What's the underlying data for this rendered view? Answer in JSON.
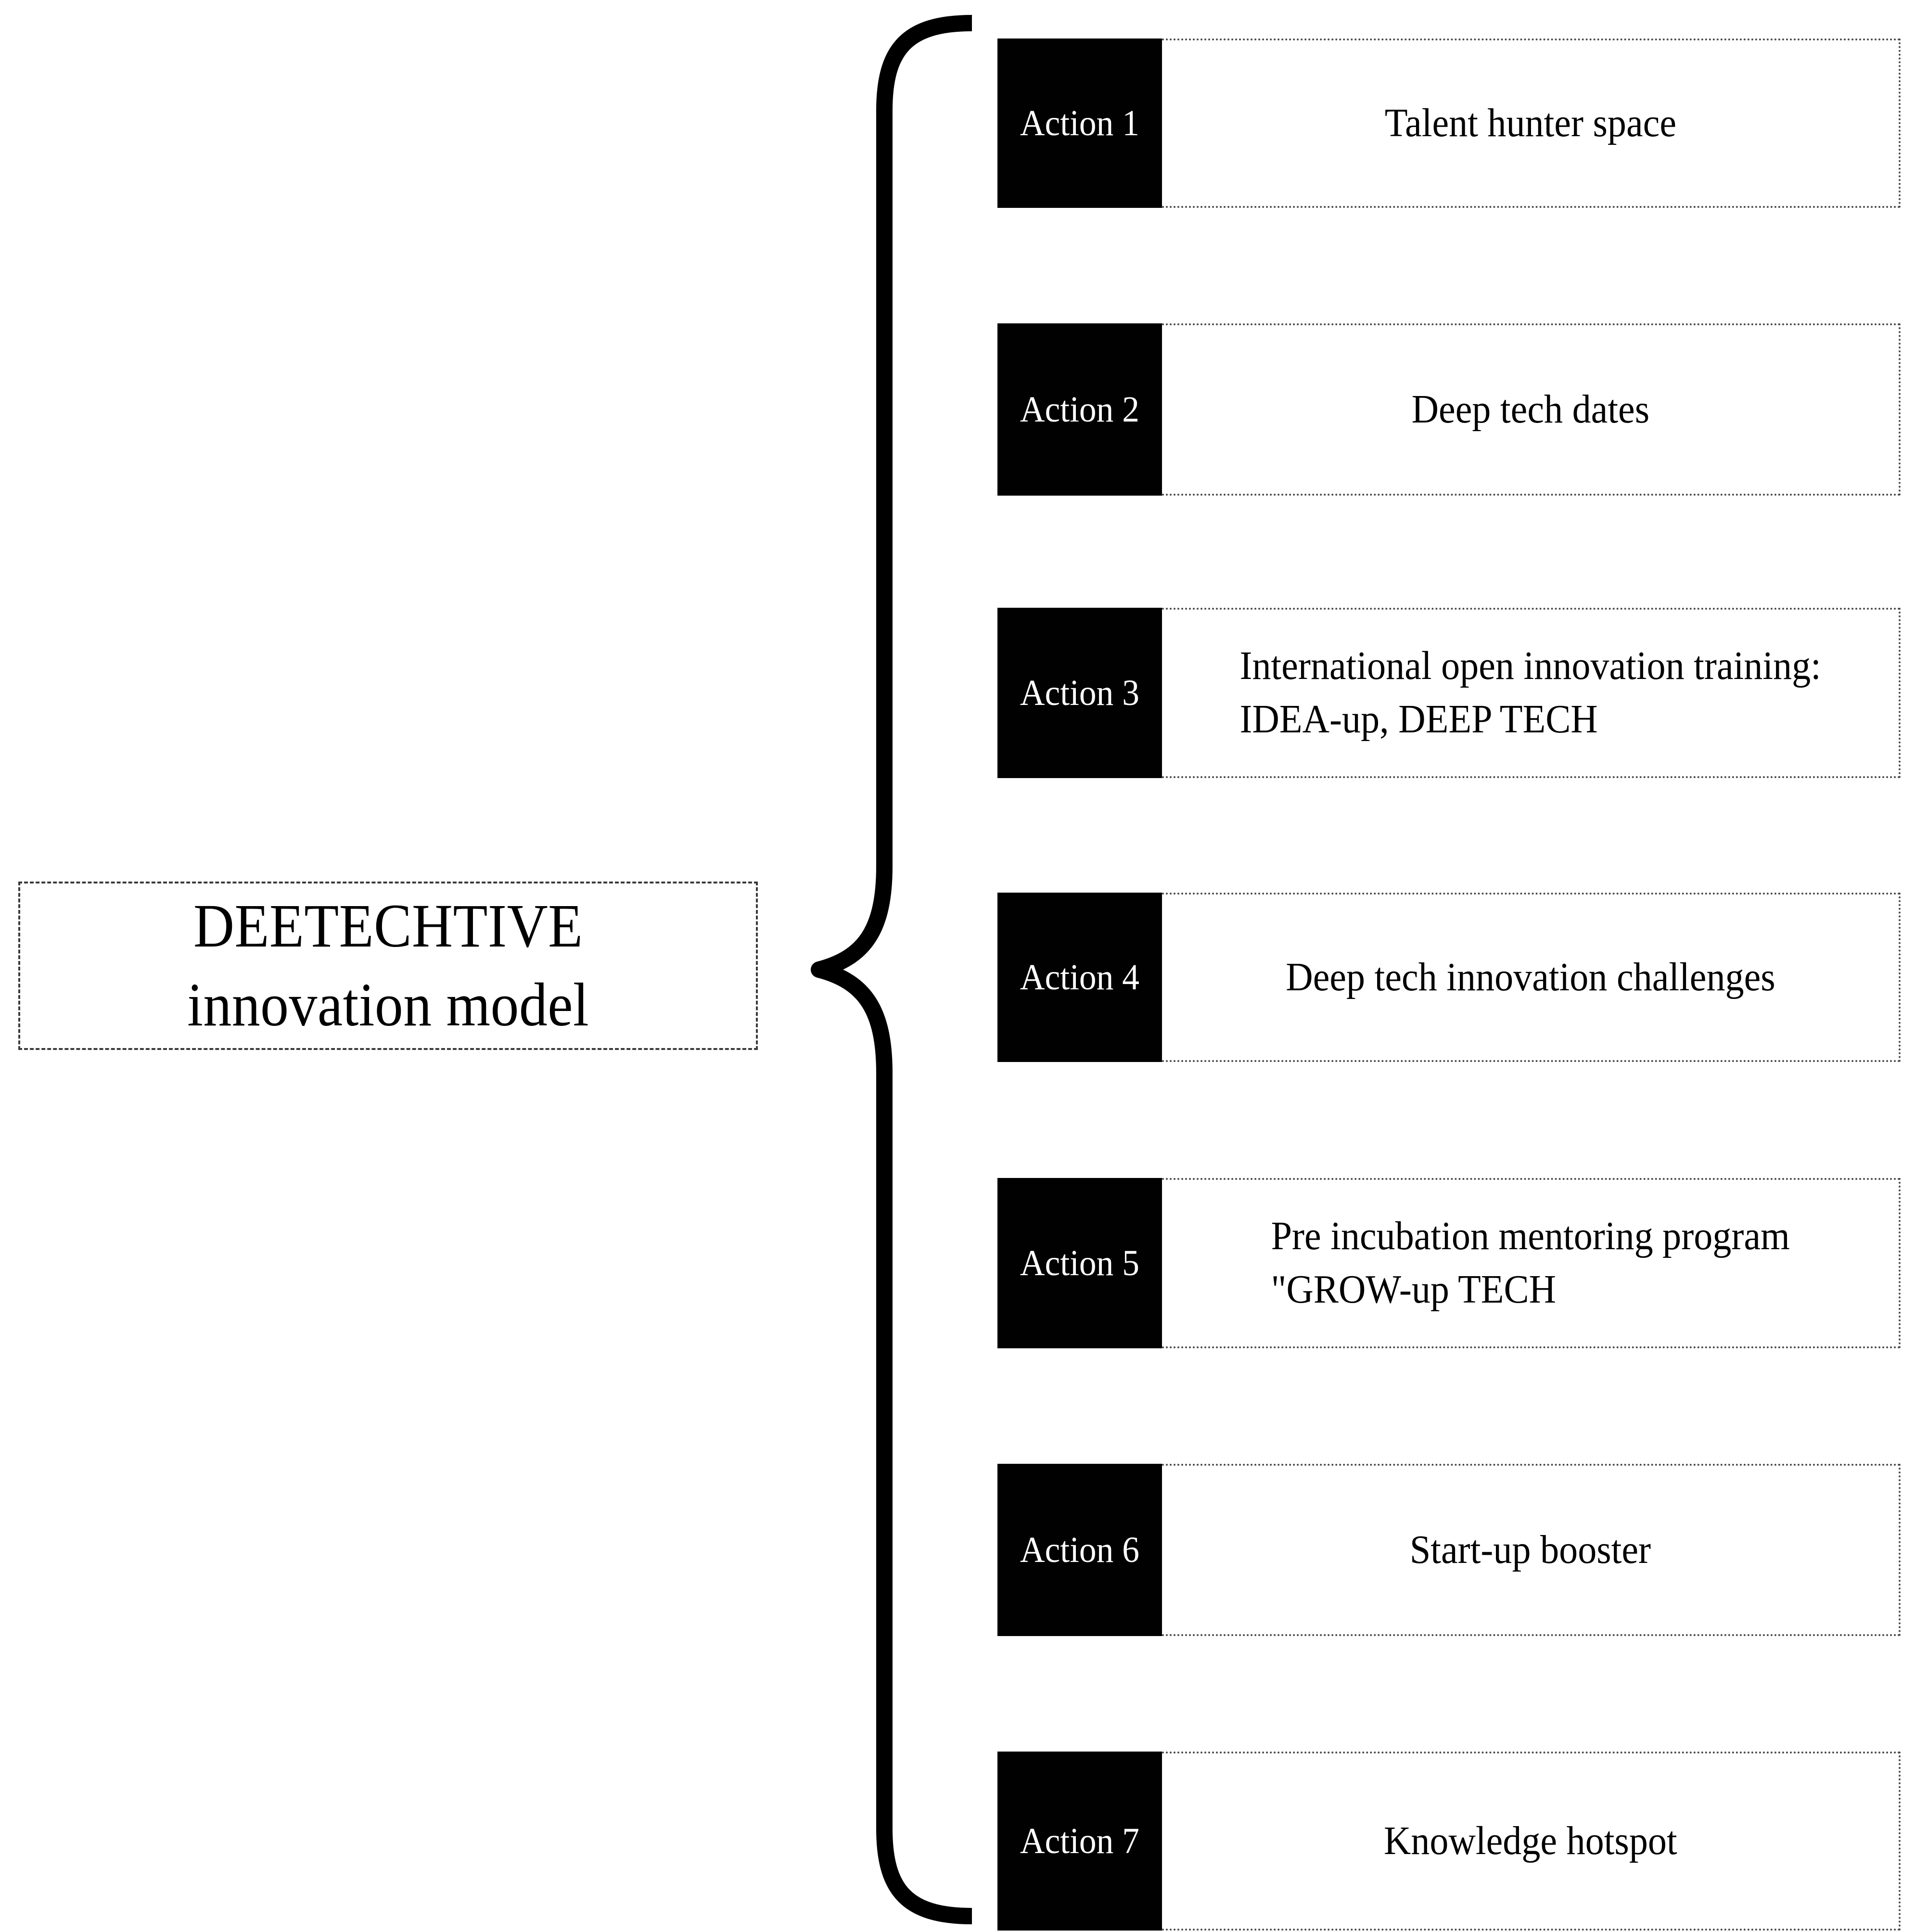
{
  "diagram": {
    "root": {
      "label": "DEETECHTIVE\ninnovation model"
    },
    "connector": {
      "icon_name": "left-curly-brace"
    },
    "actions": [
      {
        "badge": "Action 1",
        "text": "Talent hunter space",
        "multiline": false
      },
      {
        "badge": "Action 2",
        "text": "Deep tech dates",
        "multiline": false
      },
      {
        "badge": "Action 3",
        "text": "International open innovation training:\nIDEA-up, DEEP TECH",
        "multiline": true
      },
      {
        "badge": "Action 4",
        "text": "Deep tech innovation challenges",
        "multiline": false
      },
      {
        "badge": "Action 5",
        "text": "Pre incubation mentoring program\n\"GROW-up TECH",
        "multiline": true
      },
      {
        "badge": "Action 6",
        "text": "Start-up booster",
        "multiline": false
      },
      {
        "badge": "Action 7",
        "text": "Knowledge hotspot",
        "multiline": false
      }
    ]
  },
  "colors": {
    "badge_background": "#010101",
    "badge_text": "#ffffff",
    "border": "#4a4a4a",
    "page_background": "#ffffff",
    "text": "#000000"
  }
}
